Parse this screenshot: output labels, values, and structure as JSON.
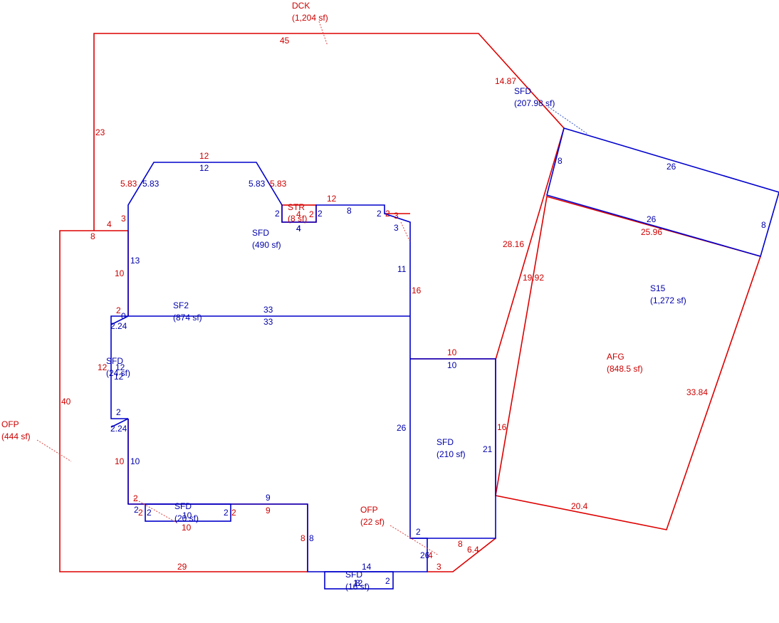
{
  "colors": {
    "red": "#dd0000",
    "blue": "#0000cc"
  },
  "areas": {
    "dck": {
      "code": "DCK",
      "area": "(1,204 sf)"
    },
    "sfd_ne": {
      "code": "SFD",
      "area": "(207.98 sf)"
    },
    "sfd_main": {
      "code": "SFD",
      "area": "(490 sf)"
    },
    "str": {
      "code": "STR",
      "area": "(8 sf)"
    },
    "sf2": {
      "code": "SF2",
      "area": "(874 sf)"
    },
    "sfd_left": {
      "code": "SFD",
      "area": "(24 sf)"
    },
    "s15": {
      "code": "S15",
      "area": "(1,272 sf)"
    },
    "afg": {
      "code": "AFG",
      "area": "(848.5 sf)"
    },
    "sfd_right": {
      "code": "SFD",
      "area": "(210 sf)"
    },
    "ofp_left": {
      "code": "OFP",
      "area": "(444 sf)"
    },
    "ofp_bottom": {
      "code": "OFP",
      "area": "(22 sf)"
    },
    "sfd_bump": {
      "code": "SFD",
      "area": "(20 sf)"
    },
    "sfd_bottom": {
      "code": "SFD",
      "area": "(16 sf)"
    }
  },
  "dimensions": {
    "red": [
      "45",
      "14.87",
      "23",
      "4",
      "8",
      "3",
      "5.83",
      "12",
      "5.83",
      "12",
      "2",
      "3",
      "10",
      "2",
      "12",
      "40",
      "10",
      "2",
      "2",
      "10",
      "9",
      "2",
      "8",
      "29",
      "3",
      "4",
      "8",
      "6.4",
      "16",
      "10",
      "16",
      "28.16",
      "19.92",
      "25.96",
      "33.84",
      "20.4",
      "4",
      "2"
    ],
    "blue": [
      "5.83",
      "12",
      "5.83",
      "2",
      "4",
      "2",
      "8",
      "2",
      "3",
      "4",
      "13",
      "11",
      "33",
      "33",
      "0",
      "2.24",
      "12",
      "12",
      "2",
      "2.24",
      "10",
      "2",
      "9",
      "2",
      "2",
      "10",
      "8",
      "14",
      "8",
      "2",
      "2",
      "26",
      "10",
      "21",
      "26",
      "26",
      "8",
      "8",
      "26",
      "12"
    ]
  }
}
